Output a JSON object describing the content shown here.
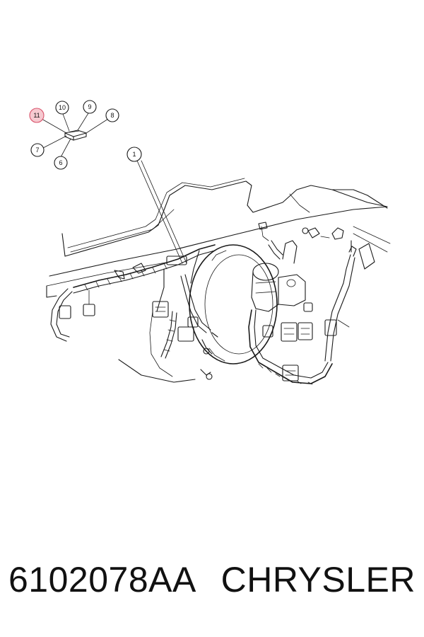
{
  "callouts": [
    {
      "label": "11",
      "highlight": true
    },
    {
      "label": "10"
    },
    {
      "label": "9"
    },
    {
      "label": "8"
    },
    {
      "label": "7"
    },
    {
      "label": "6"
    },
    {
      "label": "1"
    }
  ],
  "footer": {
    "part_number": "6102078AA",
    "brand": "CHRYSLER"
  },
  "colors": {
    "line": "#1a1a1a",
    "highlight_fill": "#f6c9d0",
    "highlight_stroke": "#d9536b"
  }
}
